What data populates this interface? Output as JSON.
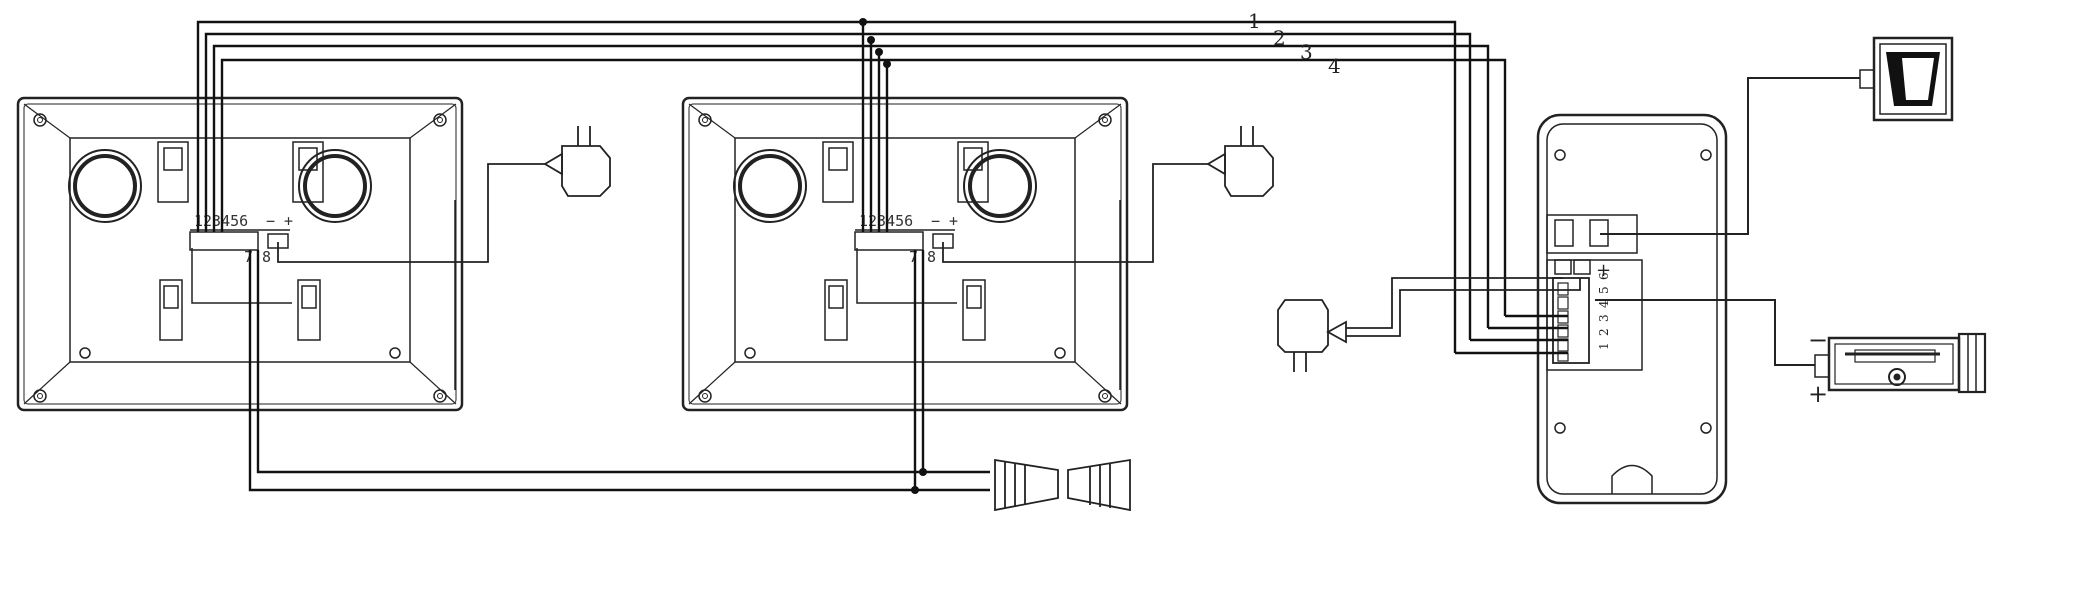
{
  "wires": [
    {
      "label": "1"
    },
    {
      "label": "2"
    },
    {
      "label": "3"
    },
    {
      "label": "4"
    }
  ],
  "monitor_terminals": "123456",
  "power_polarity": "− +",
  "extra_pins": "7 8",
  "door_station": {
    "terminals": [
      "1",
      "2",
      "3",
      "4",
      "5",
      "6"
    ],
    "plus_label": "+"
  },
  "camera": {
    "minus_label": "−",
    "plus_label": "+"
  }
}
